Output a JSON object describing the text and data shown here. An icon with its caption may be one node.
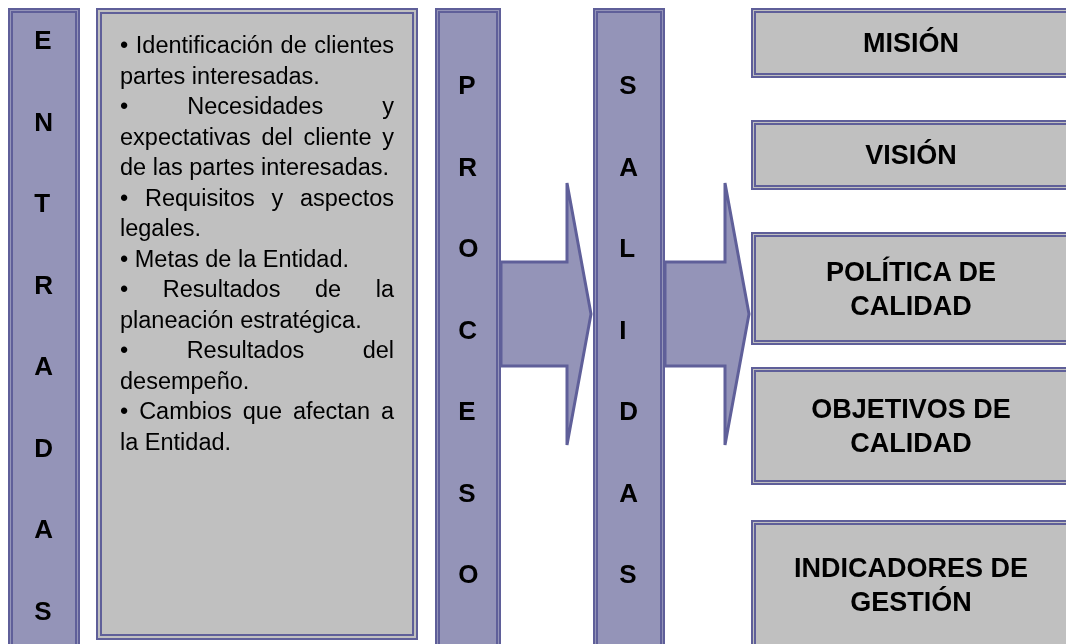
{
  "diagram": {
    "nodes": [
      {
        "text": [
          "ENTRADAS"
        ]
      },
      {
        "text": [
          "• Identificación de clientes partes interesadas.",
          "• Necesidades y expectativas del cliente y de las partes interesadas.",
          "• Requisitos y aspectos legales.",
          "• Metas de la Entidad.",
          "• Resultados de la planeación estratégica.",
          "• Resultados del desempeño.",
          "• Cambios que afectan a la Entidad."
        ]
      },
      {
        "text": [
          "PROCESO"
        ]
      },
      {
        "text": [
          "SALIDAS"
        ]
      },
      {
        "text": [
          "MISIÓN"
        ]
      },
      {
        "text": [
          "VISIÓN"
        ]
      },
      {
        "text": [
          "POLÍTICA DE CALIDAD"
        ]
      },
      {
        "text": [
          "OBJETIVOS DE CALIDAD"
        ]
      },
      {
        "text": [
          "INDICADORES DE GESTIÓN"
        ]
      }
    ],
    "edges": [
      {
        "from": 2,
        "to": 3,
        "arrow": "to",
        "style": "thick"
      },
      {
        "from": 3,
        "to": 6,
        "arrow": "to",
        "style": "thick"
      }
    ]
  }
}
